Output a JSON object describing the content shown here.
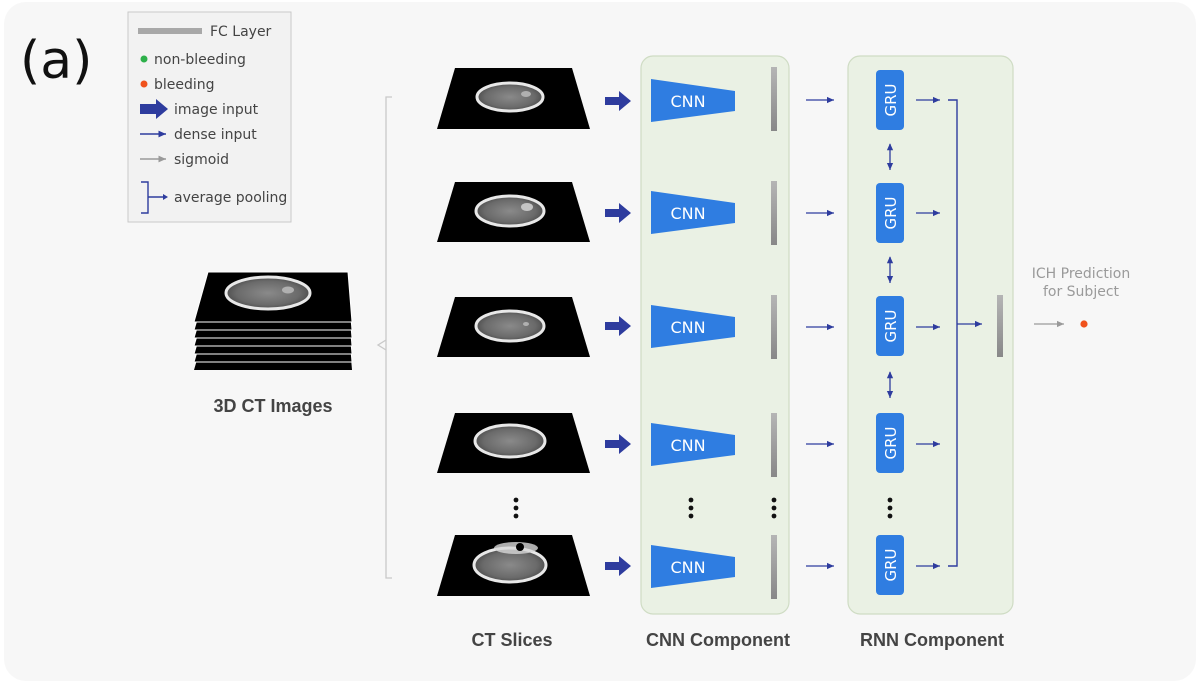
{
  "panel": {
    "label": "(a)"
  },
  "legend": {
    "fc_layer": "FC Layer",
    "non_bleeding": "non-bleeding",
    "bleeding": "bleeding",
    "image_input": "image input",
    "dense_input": "dense input",
    "sigmoid": "sigmoid",
    "average_pooling": "average pooling"
  },
  "labels": {
    "ct_images": "3D CT Images",
    "ct_slices": "CT Slices",
    "cnn_component": "CNN Component",
    "rnn_component": "RNN Component",
    "prediction_line1": "ICH Prediction",
    "prediction_line2": "for Subject"
  },
  "blocks": {
    "cnn": [
      "CNN",
      "CNN",
      "CNN",
      "CNN",
      "CNN"
    ],
    "gru": [
      "GRU",
      "GRU",
      "GRU",
      "GRU",
      "GRU"
    ]
  },
  "colors": {
    "blue": "#2f7de1",
    "dark_blue": "#2e3c9e",
    "component_bg": "#eaf1e4",
    "component_border": "#cfdcc4",
    "green_dot": "#2db04a",
    "red_dot": "#f0521c",
    "gray": "#9a9a9a",
    "text_dark": "#444444"
  }
}
